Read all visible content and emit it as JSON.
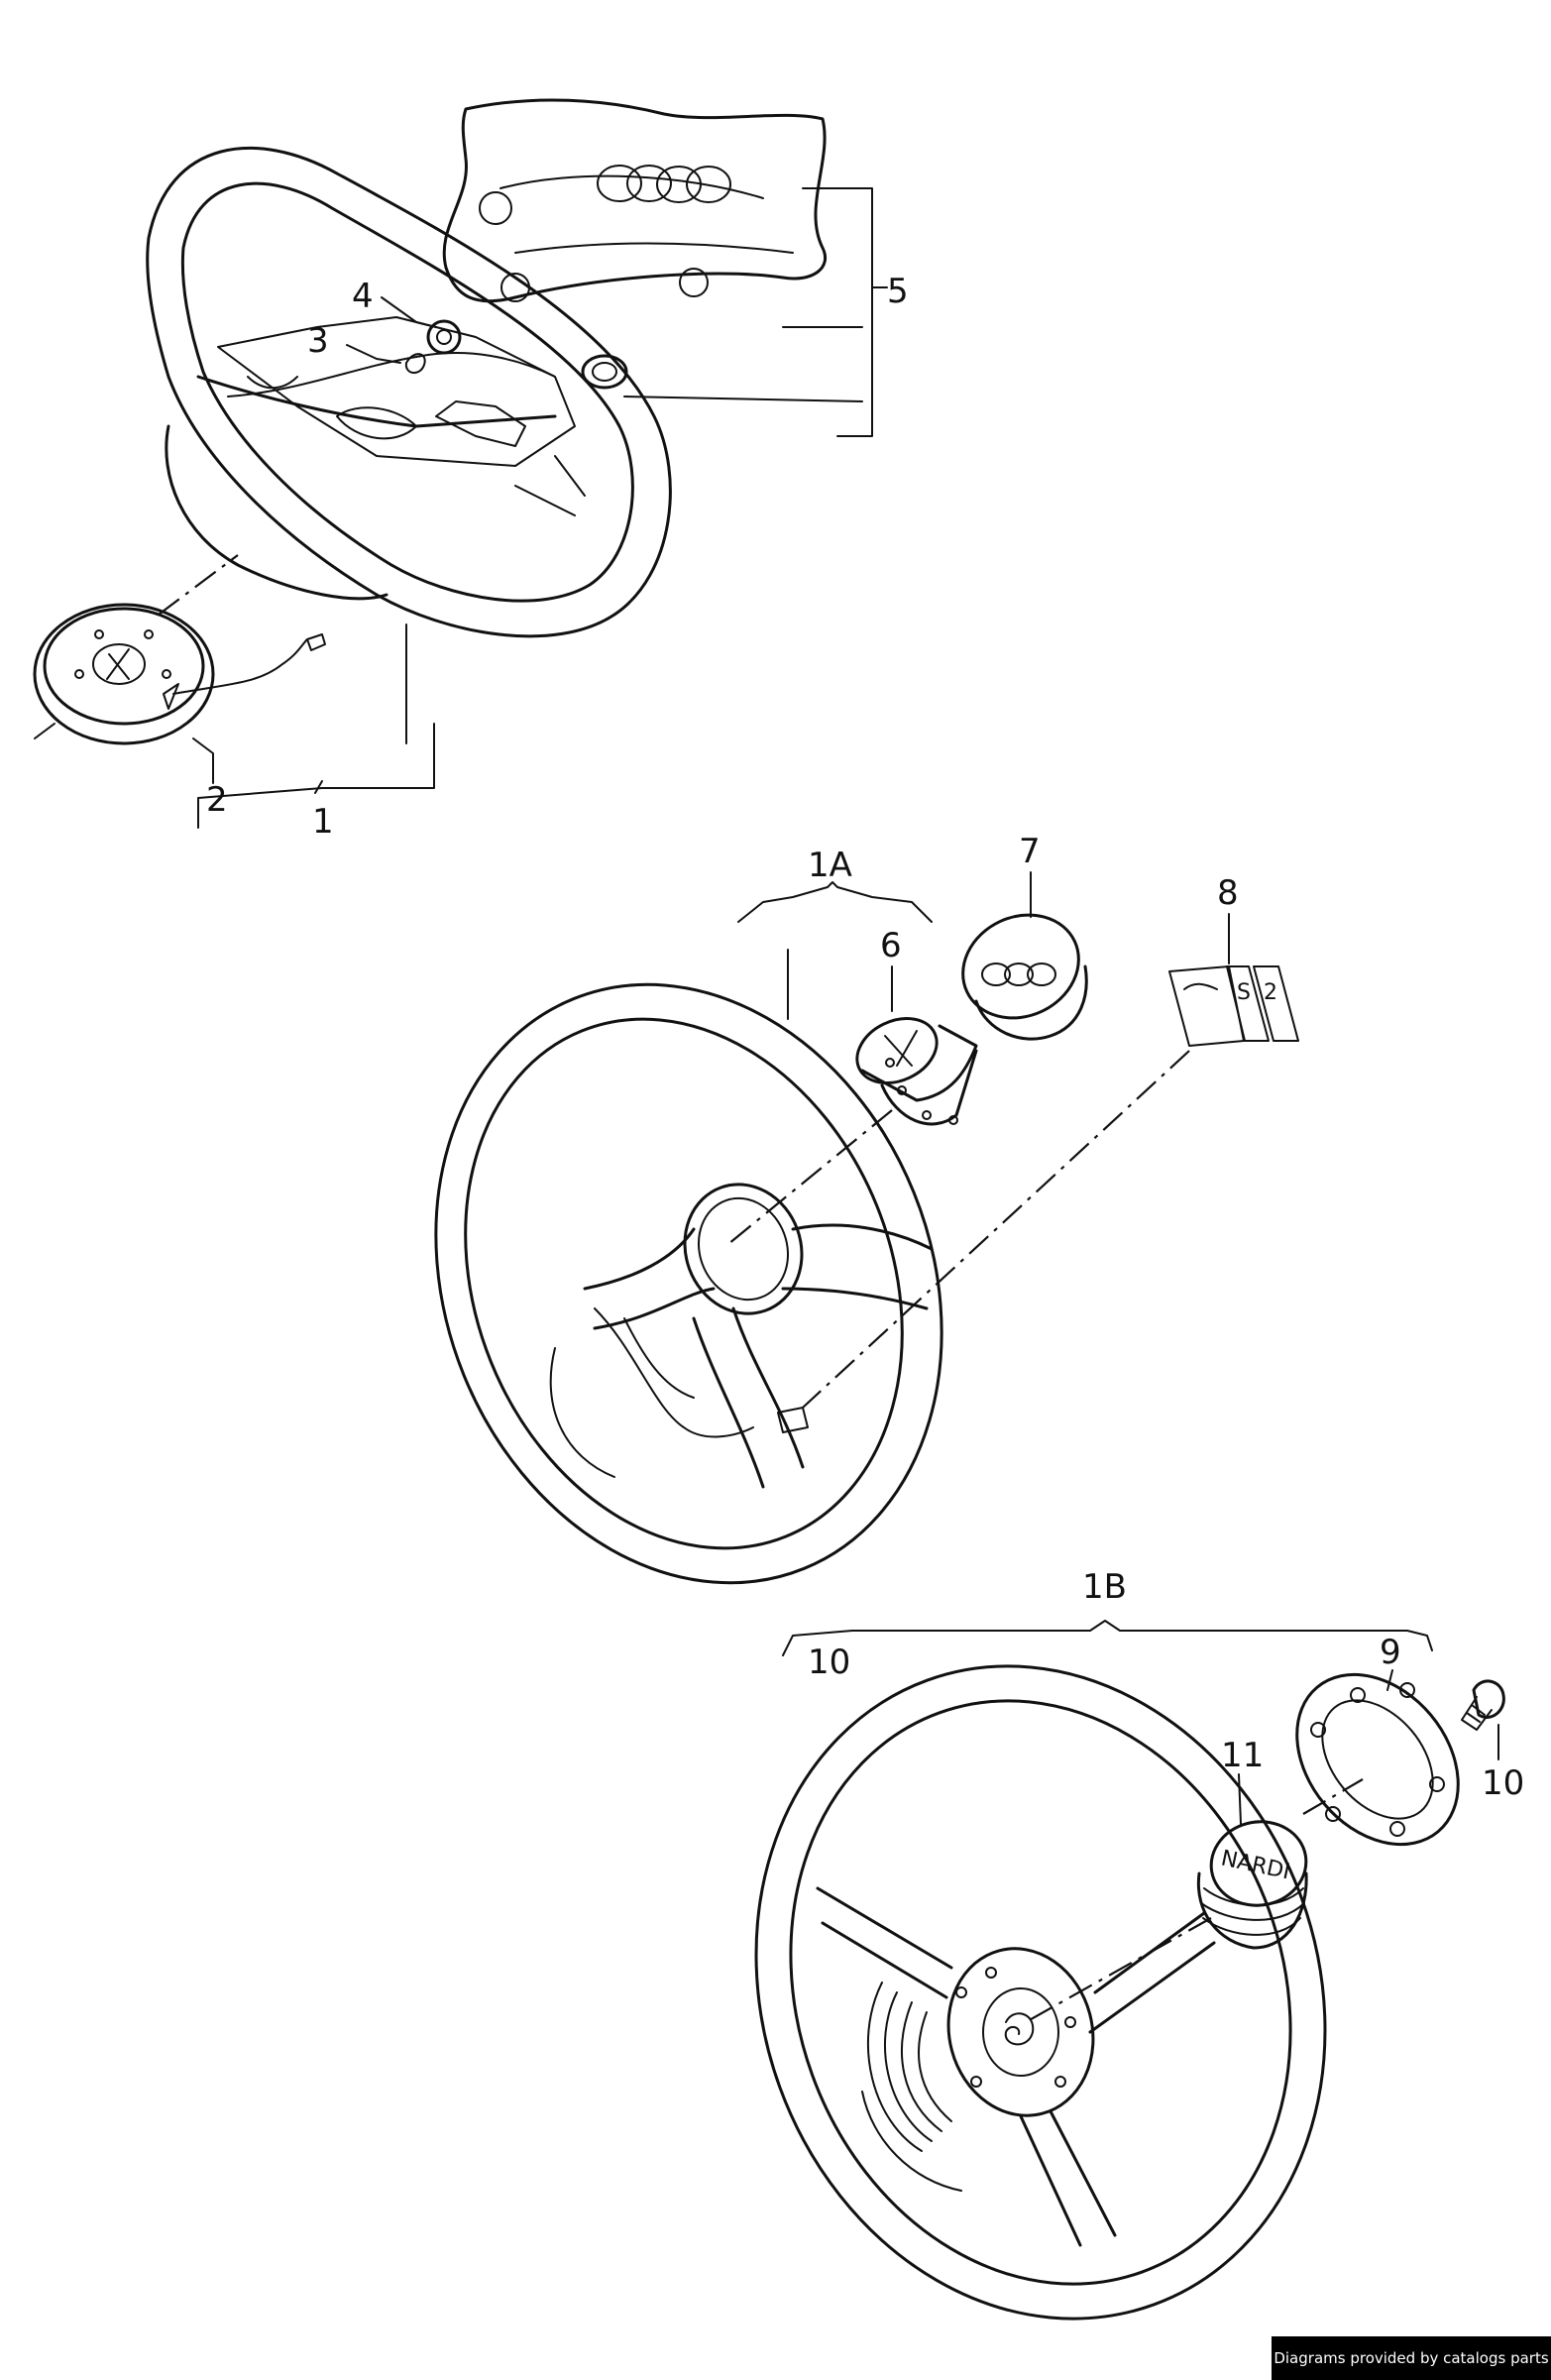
{
  "callouts": {
    "c1": "1",
    "c2": "2",
    "c3": "3",
    "c4": "4",
    "c5": "5",
    "c1a": "1A",
    "c6": "6",
    "c7": "7",
    "c8": "8",
    "c1b": "1B",
    "c9": "9",
    "c10a": "10",
    "c10b": "10",
    "c11": "11"
  },
  "emblems": {
    "badge_s": "S",
    "badge_2": "2",
    "nardi": "NARDI"
  },
  "footer": {
    "credit": "Diagrams provided by catalogs parts"
  }
}
